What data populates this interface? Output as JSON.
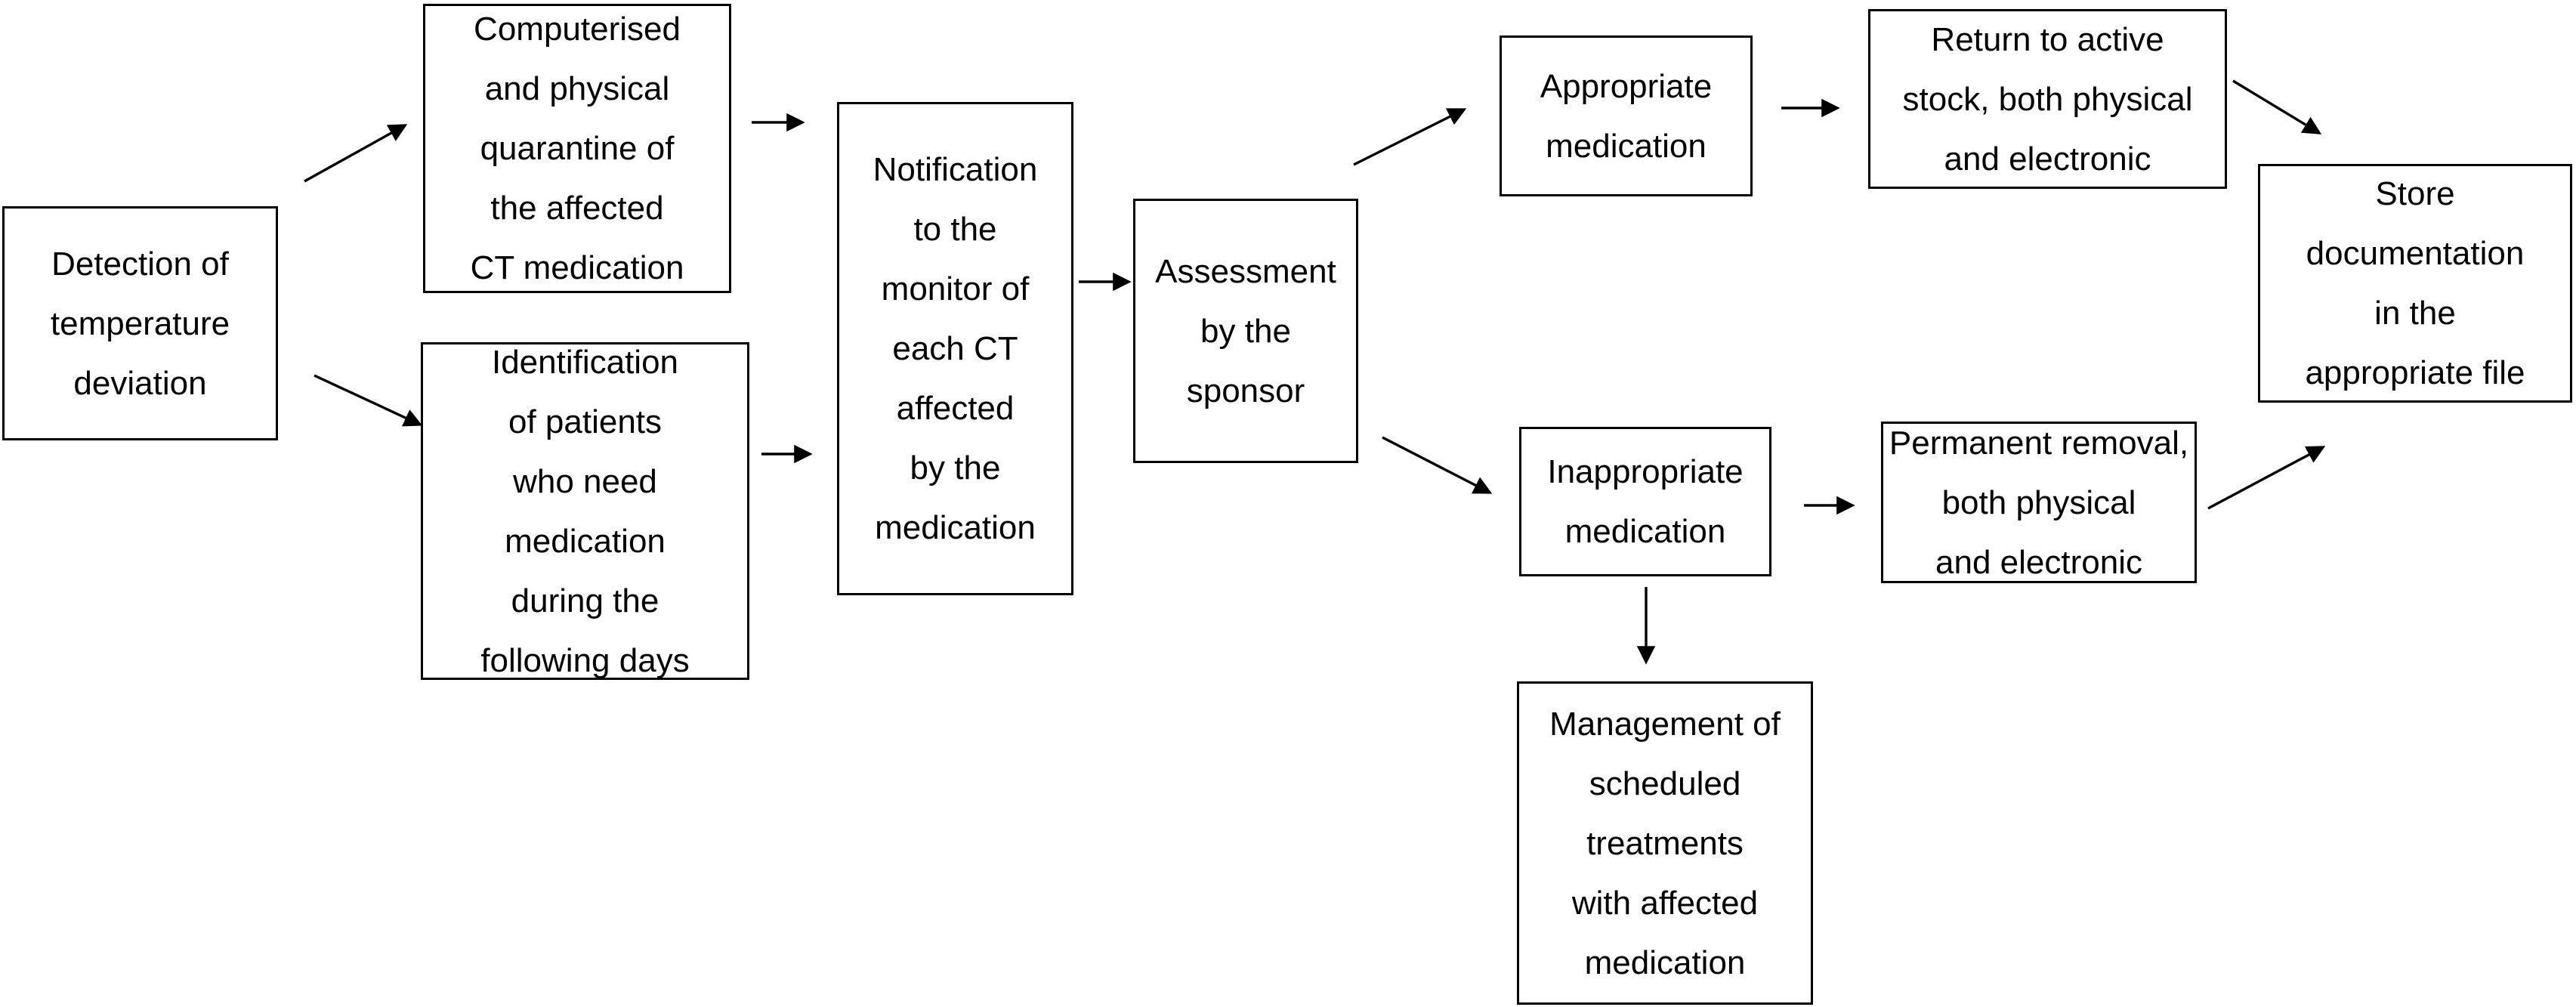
{
  "diagram": {
    "type": "flowchart",
    "colors": {
      "background": "#ffffff",
      "box_fill": "#ffffff",
      "box_border": "#000000",
      "text": "#000000",
      "arrow": "#000000"
    },
    "nodes": [
      {
        "id": "detection",
        "label": "Detection of\ntemperature\ndeviation"
      },
      {
        "id": "quarantine",
        "label": "Computerised\nand physical\nquarantine of\nthe affected\nCT medication"
      },
      {
        "id": "identification",
        "label": "Identification\nof patients\nwho need\nmedication\nduring the\nfollowing days"
      },
      {
        "id": "notification",
        "label": "Notification\nto the\nmonitor of\neach CT\naffected\nby the\nmedication"
      },
      {
        "id": "assessment",
        "label": "Assessment\nby the\nsponsor"
      },
      {
        "id": "appropriate",
        "label": "Appropriate\nmedication"
      },
      {
        "id": "return_stock",
        "label": "Return to active\nstock, both physical\nand electronic"
      },
      {
        "id": "inappropriate",
        "label": "Inappropriate\nmedication"
      },
      {
        "id": "permanent_removal",
        "label": "Permanent removal,\nboth physical\nand electronic"
      },
      {
        "id": "store_documentation",
        "label": "Store\ndocumentation\nin the\nappropriate file"
      },
      {
        "id": "management",
        "label": "Management of\nscheduled\ntreatments\nwith affected\nmedication"
      }
    ],
    "edges": [
      {
        "from": "detection",
        "to": "quarantine"
      },
      {
        "from": "detection",
        "to": "identification"
      },
      {
        "from": "quarantine",
        "to": "notification"
      },
      {
        "from": "identification",
        "to": "notification"
      },
      {
        "from": "notification",
        "to": "assessment"
      },
      {
        "from": "assessment",
        "to": "appropriate"
      },
      {
        "from": "assessment",
        "to": "inappropriate"
      },
      {
        "from": "appropriate",
        "to": "return_stock"
      },
      {
        "from": "return_stock",
        "to": "store_documentation"
      },
      {
        "from": "inappropriate",
        "to": "permanent_removal"
      },
      {
        "from": "inappropriate",
        "to": "management"
      },
      {
        "from": "permanent_removal",
        "to": "store_documentation"
      }
    ]
  }
}
